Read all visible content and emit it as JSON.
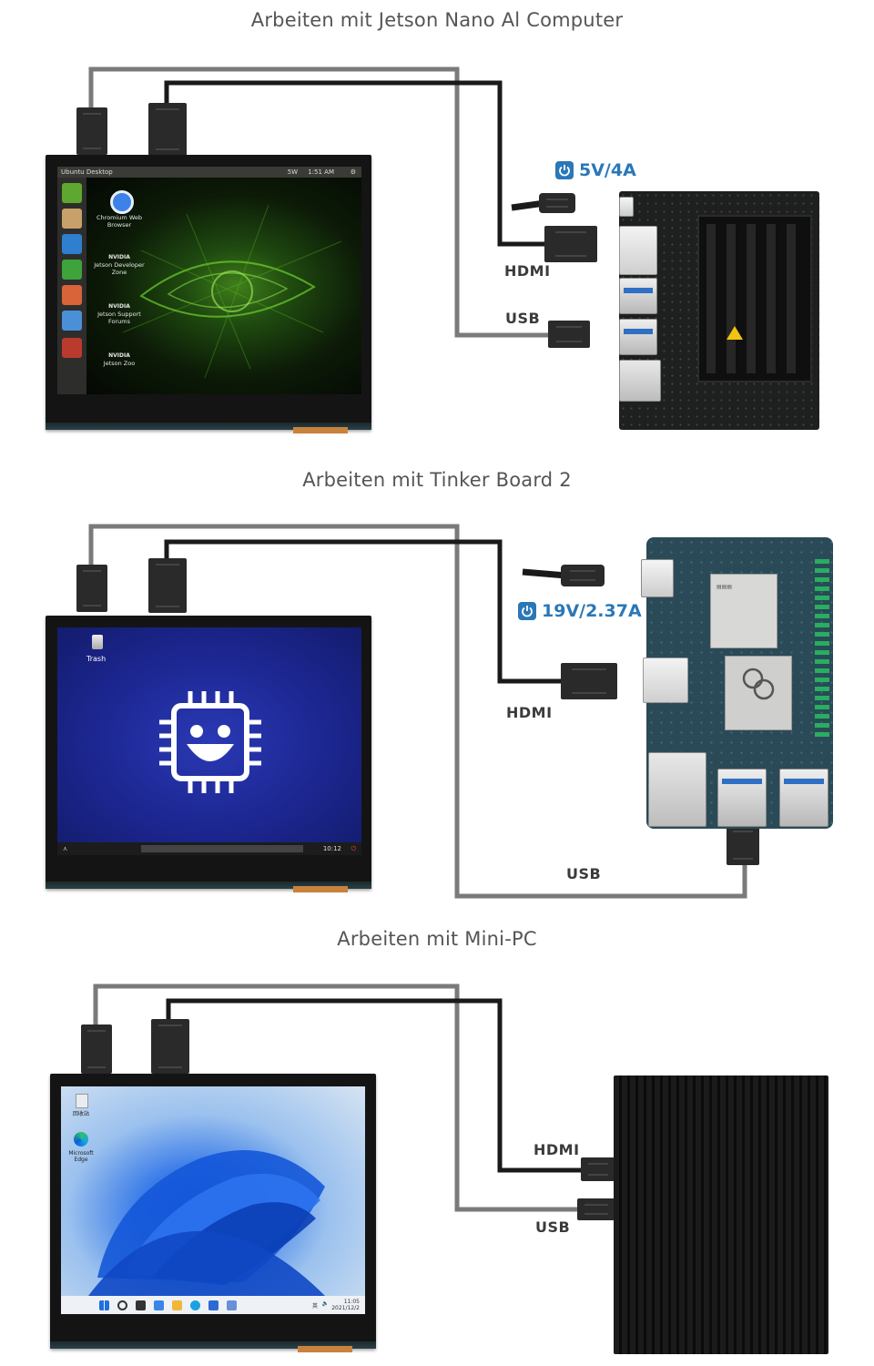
{
  "sections": [
    {
      "title": "Arbeiten mit Jetson Nano Al Computer",
      "power": "5V/4A",
      "hdmi": "HDMI",
      "usb": "USB",
      "desktop": {
        "title": "Ubuntu Desktop",
        "status": "5W",
        "time": "1:51 AM",
        "icons": [
          {
            "brand": "",
            "label": "Chromium Web Browser"
          },
          {
            "brand": "NVIDIA",
            "label": "Jetson Developer Zone"
          },
          {
            "brand": "NVIDIA",
            "label": "Jetson Support Forums"
          },
          {
            "brand": "NVIDIA",
            "label": "Jetson Zoo"
          }
        ]
      }
    },
    {
      "title": "Arbeiten mit Tinker Board 2",
      "power": "19V/2.37A",
      "hdmi": "HDMI",
      "usb": "USB",
      "desktop": {
        "trash": "Trash",
        "time": "10:12"
      }
    },
    {
      "title": "Arbeiten mit Mini-PC",
      "hdmi": "HDMI",
      "usb": "USB",
      "desktop": {
        "icons": [
          "回收站",
          "Microsoft Edge"
        ],
        "time": "11:05",
        "date": "2021/12/2",
        "ime": "英"
      }
    }
  ],
  "colors": {
    "title_text": "#555555",
    "label_text": "#3b3b3b",
    "power_blue": "#2a78b8",
    "cable_black": "#1a1a1a",
    "cable_gray": "#7a7a7a"
  }
}
